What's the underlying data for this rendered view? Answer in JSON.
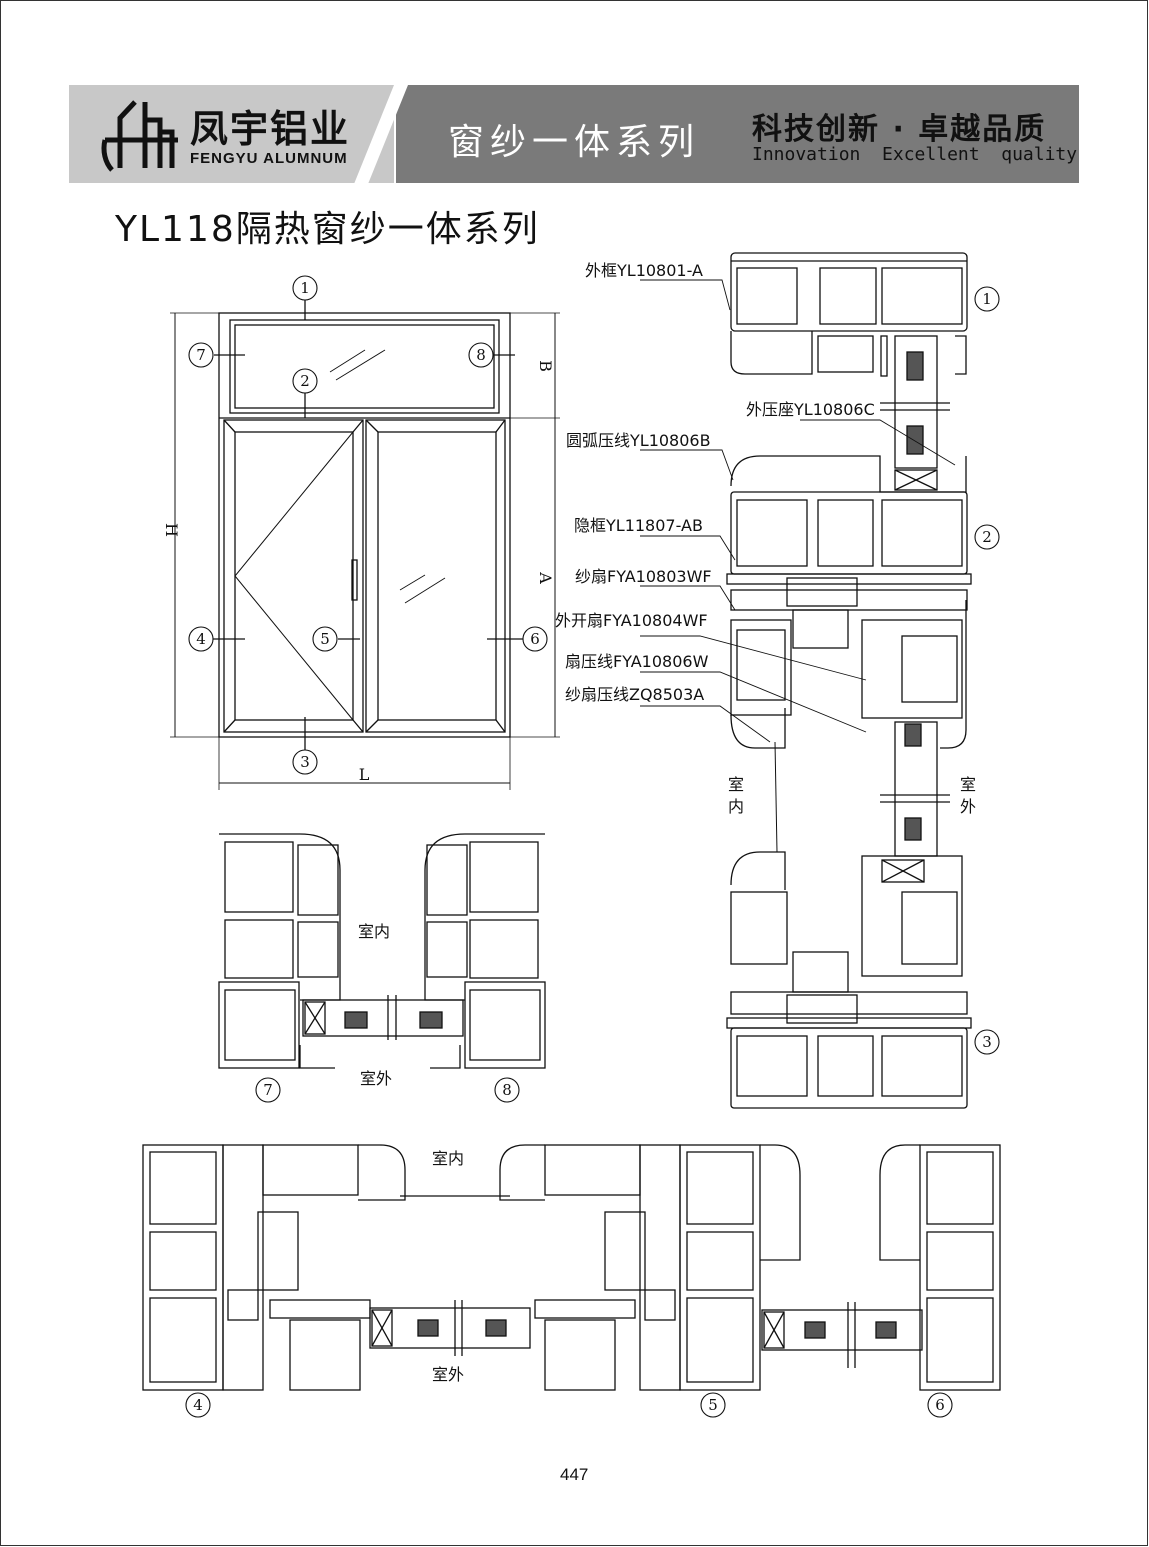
{
  "header": {
    "brand_cn": "凤宇铝业",
    "brand_en": "FENGYU ALUMNUM",
    "series_title": "窗纱一体系列",
    "slogan_cn": "科技创新 · 卓越品质",
    "slogan_en": "Innovation  Excellent  quality"
  },
  "page_title": "YL118隔热窗纱一体系列",
  "elevation": {
    "dim_H": "H",
    "dim_L": "L",
    "dim_A": "A",
    "dim_B": "B",
    "markers": [
      "1",
      "2",
      "3",
      "4",
      "5",
      "6",
      "7",
      "8"
    ]
  },
  "section_labels": {
    "frame": "外框YL10801-A",
    "outer_bead_seat": "外压座YL10806C",
    "arc_bead": "圆弧压线YL10806B",
    "hidden_frame": "隐框YL11807-AB",
    "screen_sash": "纱扇FYA10803WF",
    "outward_sash": "外开扇FYA10804WF",
    "sash_bead": "扇压线FYA10806W",
    "screen_bead": "纱扇压线ZQ8503A",
    "indoor": "室内",
    "outdoor": "室外",
    "indoor_v": "室\n内",
    "outdoor_v": "室\n外"
  },
  "page_number": "447",
  "colors": {
    "header_left": "#c8c8c8",
    "header_right": "#7a7a7a",
    "line": "#111111"
  }
}
